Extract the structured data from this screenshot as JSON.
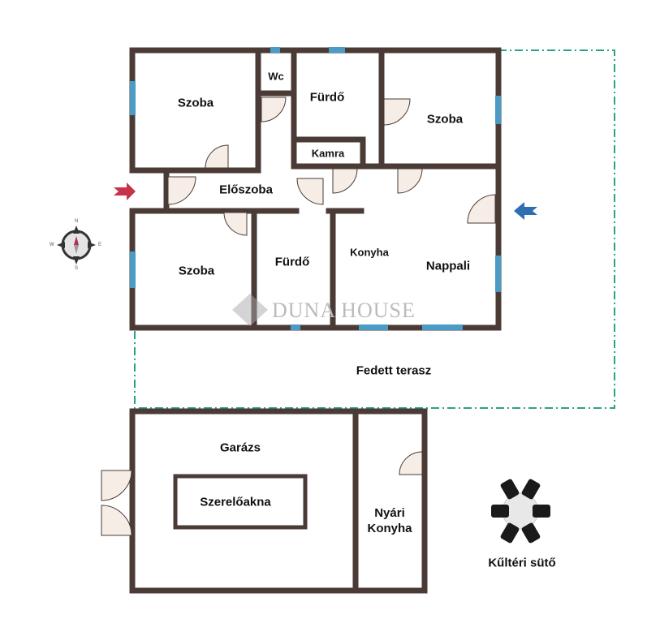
{
  "rooms": {
    "szoba_top_left": "Szoba",
    "wc": "Wc",
    "furdo_top": "Fürdő",
    "kamra": "Kamra",
    "szoba_top_right": "Szoba",
    "eloszoba": "Előszoba",
    "szoba_bottom_left": "Szoba",
    "furdo_bottom": "Fürdő",
    "konyha": "Konyha",
    "nappali": "Nappali",
    "fedett_terasz": "Fedett terasz",
    "garazs": "Garázs",
    "szereloakna": "Szerelőakna",
    "nyari_konyha": "Nyári\nKonyha",
    "kulteri_suto": "Kűltéri sütő"
  },
  "watermark": "DUNA HOUSE",
  "compass": {
    "n": "N",
    "e": "E",
    "s": "S",
    "w": "W"
  },
  "colors": {
    "wall": "#4b3b36",
    "window": "#4a9cc6",
    "terrace": "#2aa38a",
    "entry_arrow": "#c8324a",
    "arrow_blue": "#2f6fb0"
  }
}
